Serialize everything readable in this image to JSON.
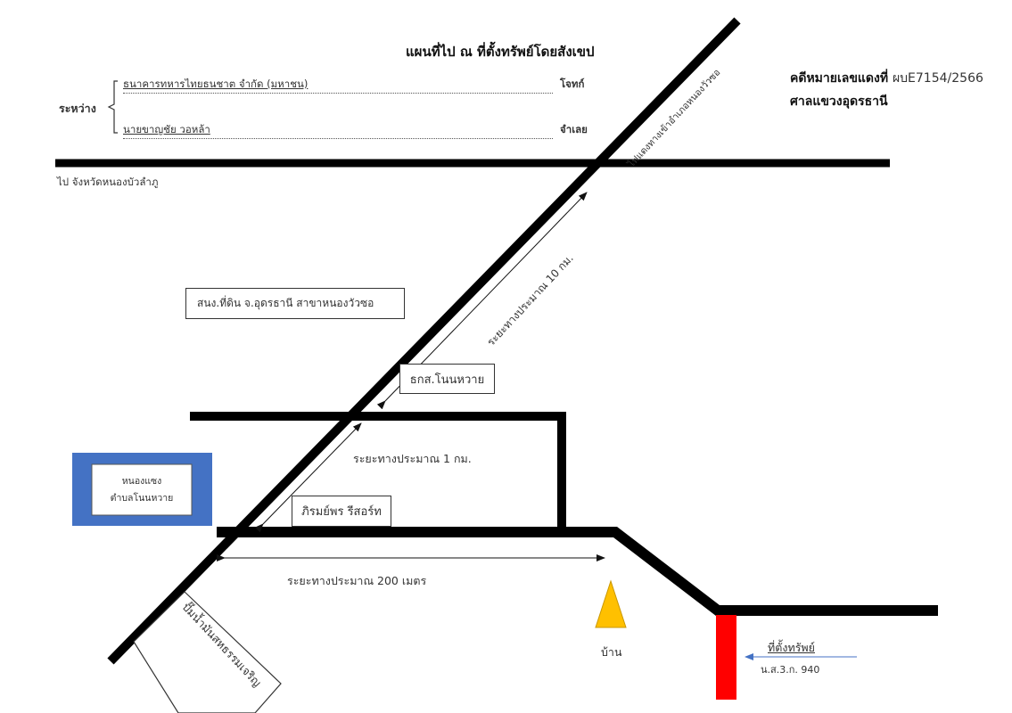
{
  "header": {
    "title": "แผนที่ไป ณ ที่ตั้งทรัพย์โดยสังเขป",
    "between_label": "ระหว่าง",
    "plaintiff_name": "ธนาคารทหารไทยธนชาต จำกัด (มหาชน)",
    "plaintiff_role": "โจทก์",
    "defendant_name": "นายขาญชัย วอหล้า",
    "defendant_role": "จำเลย"
  },
  "case": {
    "label": "คดีหมายเลขแดงที่",
    "number": "ผบE7154/2566",
    "court": "ศาลแขวงอุดรธานี"
  },
  "map": {
    "to_province": "ไป จังหวัดหนองบัวลำภู",
    "diagonal_road_label": "ไฟแดงทางเข้าอำเภอหนองวัวซอ",
    "land_office": "สนง.ที่ดิน จ.อุดรธานี สาขาหนองวัวซอ",
    "distance_10km": "ระยะทางประมาณ 10 กม.",
    "bank_branch": "ธกส.โนนหวาย",
    "distance_1km": "ระยะทางประมาณ 1 กม.",
    "resort": "ภิรมย์พร รีสอร์ท",
    "pond_line1": "หนองแซง",
    "pond_line2": "ตำบลโนนหวาย",
    "distance_200m": "ระยะทางประมาณ 200 เมตร",
    "gas_station": "ปั๊มน้ำมันสหธรรมเจริญ",
    "house_label": "บ้าน",
    "property_label": "ที่ตั้งทรัพย์",
    "property_deed": "น.ส.3.ก. 940"
  },
  "colors": {
    "road": "#000000",
    "pond_fill": "#4472c4",
    "house_marker": "#ffc000",
    "property_marker": "#ff0000",
    "pointer_arrow": "#4472c4"
  }
}
